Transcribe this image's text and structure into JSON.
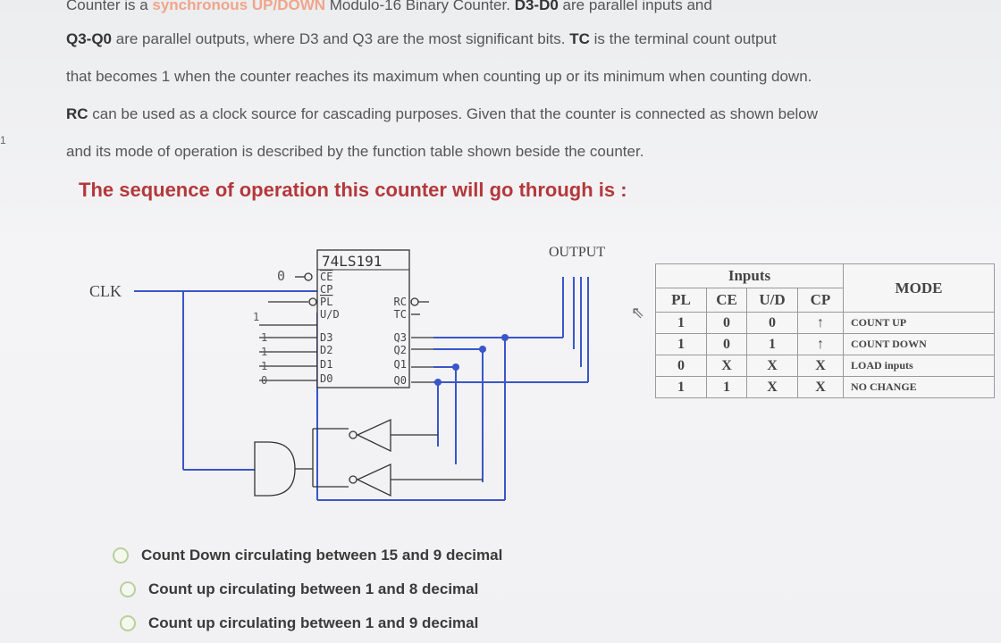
{
  "question": {
    "line1": {
      "prefix": "Counter is a ",
      "highlight": "synchronous UP/DOWN",
      "rest": " Modulo-16 Binary Counter. ",
      "bold2": "D3-D0",
      "rest2": " are parallel inputs and"
    },
    "line2": {
      "bold": "Q3-Q0",
      "rest": " are parallel outputs, where D3 and Q3 are the most significant bits. ",
      "bold2": "TC",
      "rest2": " is the terminal count output"
    },
    "line3": "that becomes 1 when the counter reaches its maximum when counting up or its minimum when counting down.",
    "line4": {
      "bold": "RC",
      "rest": " can be used as a clock source for cascading purposes. Given that the counter is connected as shown below"
    },
    "line5": "and its mode of operation is described by the function table shown beside the counter.",
    "prompt": "The sequence of operation this counter will go through is :"
  },
  "circuit": {
    "chip": "74LS191",
    "output_label": "OUTPUT",
    "clk_label": "CLK",
    "left_pins": [
      "CE",
      "CP",
      "PL",
      "U/D",
      "D3",
      "D2",
      "D1",
      "D0"
    ],
    "right_pins": [
      "RC",
      "TC",
      "Q3",
      "Q2",
      "Q1",
      "Q0"
    ],
    "ce_value": "0",
    "input_values": [
      "1",
      "1",
      "1",
      "1",
      "0"
    ]
  },
  "function_table": {
    "group_header": "Inputs",
    "mode_header": "MODE",
    "columns": [
      "PL",
      "CE",
      "U/D",
      "CP"
    ],
    "rows": [
      {
        "pl": "1",
        "ce": "0",
        "ud": "0",
        "cp": "↑",
        "mode": "COUNT UP"
      },
      {
        "pl": "1",
        "ce": "0",
        "ud": "1",
        "cp": "↑",
        "mode": "COUNT DOWN"
      },
      {
        "pl": "0",
        "ce": "X",
        "ud": "X",
        "cp": "X",
        "mode": "LOAD inputs"
      },
      {
        "pl": "1",
        "ce": "1",
        "ud": "X",
        "cp": "X",
        "mode": "NO CHANGE"
      }
    ]
  },
  "options": [
    "Count Down  circulating between 15 and 9 decimal",
    "Count up circulating between 1 and 8 decimal",
    "Count up circulating between 1 and 9 decimal"
  ]
}
